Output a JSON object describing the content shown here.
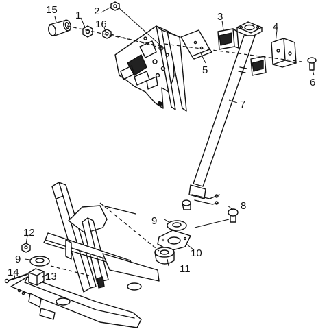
{
  "callouts": [
    {
      "id": "n15",
      "text": "15"
    },
    {
      "id": "n1",
      "text": "1"
    },
    {
      "id": "n2",
      "text": "2"
    },
    {
      "id": "n16",
      "text": "16"
    },
    {
      "id": "n3",
      "text": "3"
    },
    {
      "id": "n4",
      "text": "4"
    },
    {
      "id": "n5",
      "text": "5"
    },
    {
      "id": "n6",
      "text": "6"
    },
    {
      "id": "n7",
      "text": "7"
    },
    {
      "id": "n8",
      "text": "8"
    },
    {
      "id": "n9a",
      "text": "9"
    },
    {
      "id": "n10",
      "text": "10"
    },
    {
      "id": "n11",
      "text": "11"
    },
    {
      "id": "n12",
      "text": "12"
    },
    {
      "id": "n9b",
      "text": "9"
    },
    {
      "id": "n13",
      "text": "13"
    },
    {
      "id": "n14",
      "text": "14"
    }
  ]
}
